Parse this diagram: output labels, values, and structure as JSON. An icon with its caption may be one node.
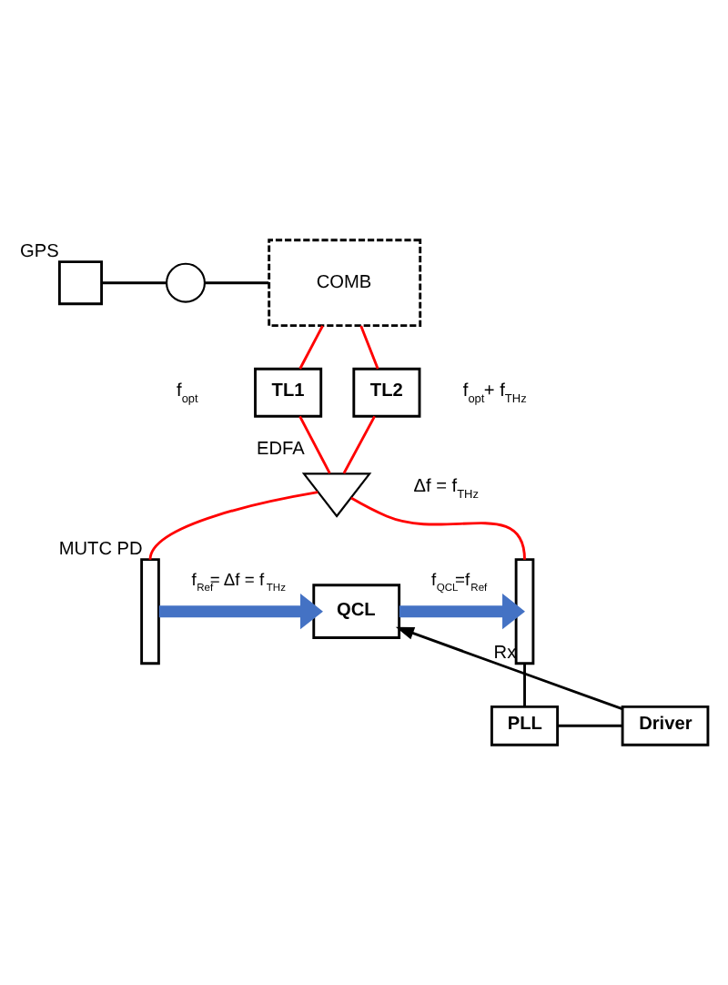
{
  "diagram": {
    "nodes": [
      {
        "text": [],
        "shape": "box",
        "beside": [
          "GPS"
        ]
      },
      {
        "text": [],
        "shape": "circle"
      },
      {
        "text": [
          "COMB"
        ]
      },
      {
        "text": [
          "TL1"
        ]
      },
      {
        "text": [
          "TL2"
        ]
      },
      {
        "text": [],
        "shape": "triangle",
        "beside": [
          "EDFA"
        ]
      },
      {
        "text": [],
        "shape": "bar",
        "beside": [
          "Rx"
        ]
      },
      {
        "text": [
          "QCL"
        ]
      },
      {
        "text": [],
        "shape": "bar",
        "beside": [
          "MUTC PD"
        ]
      },
      {
        "text": [
          "PLL"
        ]
      },
      {
        "text": [
          "Driver"
        ]
      }
    ],
    "edges": [
      {
        "from": 0,
        "to": 1,
        "arrow": "none",
        "color": "#000000"
      },
      {
        "from": 1,
        "to": 2,
        "arrow": "none",
        "color": "#000000"
      },
      {
        "from": 2,
        "to": 3,
        "arrow": "none",
        "color": "#ff0000"
      },
      {
        "from": 2,
        "to": 4,
        "arrow": "none",
        "color": "#ff0000"
      },
      {
        "from": 3,
        "to": 5,
        "arrow": "none",
        "color": "#ff0000"
      },
      {
        "from": 4,
        "to": 5,
        "arrow": "none",
        "color": "#ff0000"
      },
      {
        "from": 5,
        "to": 6,
        "arrow": "none",
        "color": "#ff0000"
      },
      {
        "from": 5,
        "to": 8,
        "arrow": "none",
        "color": "#ff0000"
      },
      {
        "from": 8,
        "to": 7,
        "arrow": "to",
        "style": "thick",
        "color": "#4472c4",
        "label": "f$_{Ref}$= Δf = f$_{THz}$"
      },
      {
        "from": 7,
        "to": 6,
        "arrow": "to",
        "style": "thick",
        "color": "#4472c4",
        "label": "f$_{QCL}$=f$_{Ref}$"
      },
      {
        "from": 6,
        "to": 9,
        "arrow": "none",
        "color": "#000000"
      },
      {
        "from": 10,
        "to": 7,
        "arrow": "to",
        "color": "#000000"
      },
      {
        "from": 9,
        "to": 10,
        "arrow": "none",
        "color": "#000000"
      }
    ],
    "labels": [
      "f$_{opt}$",
      "f$_{opt}$+ f$_{THz}$",
      "Δf = f$_{THz}$"
    ]
  }
}
